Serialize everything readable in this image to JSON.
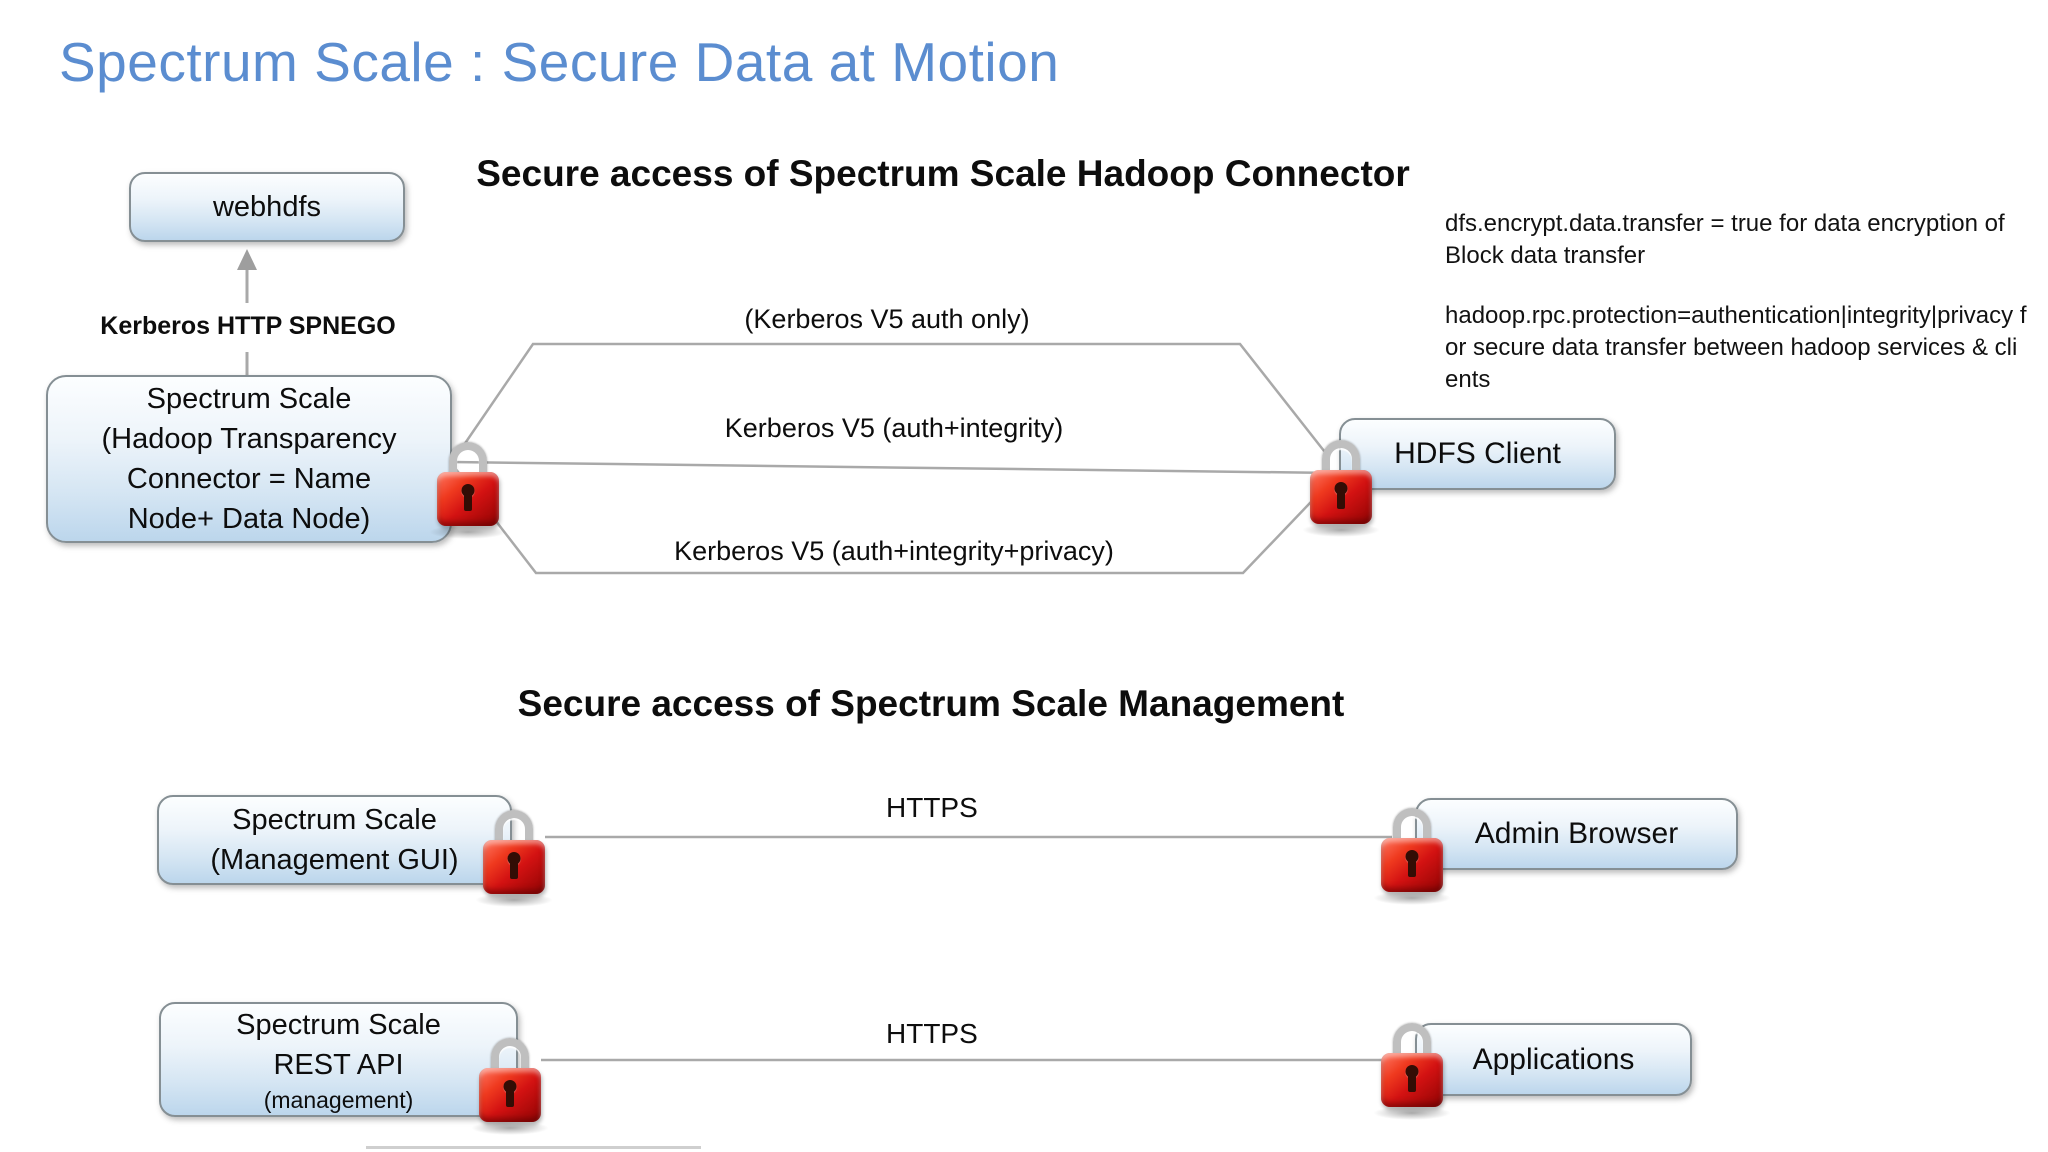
{
  "title": "Spectrum Scale : Secure Data at Motion",
  "colors": {
    "title_blue": "#5b8dd0",
    "connector_gray": "#a9a9a9",
    "lock_red": "#d31212",
    "node_fill": "#bcd6ec",
    "node_border": "#858f94"
  },
  "hadoop": {
    "heading": "Secure access of Spectrum Scale Hadoop Connector",
    "webhdfs": "webhdfs",
    "spnego": "Kerberos HTTP SPNEGO",
    "source_lines": [
      "Spectrum Scale",
      "(Hadoop Transparency",
      "Connector = Name",
      "Node+ Data Node)"
    ],
    "target": "HDFS Client",
    "path_top": "(Kerberos V5 auth only)",
    "path_mid": "Kerberos V5 (auth+integrity)",
    "path_bottom": "Kerberos V5 (auth+integrity+privacy)",
    "note1": "dfs.encrypt.data.transfer = true for data encryption of Block data transfer",
    "note2": "hadoop.rpc.protection=authentication|integrity|privacy for secure data transfer between hadoop services & clients"
  },
  "management": {
    "heading": "Secure access of Spectrum Scale Management",
    "gui_lines": [
      "Spectrum Scale",
      "(Management GUI)"
    ],
    "gui_protocol": "HTTPS",
    "gui_target": "Admin Browser",
    "rest_lines": [
      "Spectrum Scale",
      "REST API"
    ],
    "rest_sub": "(management)",
    "rest_protocol": "HTTPS",
    "rest_target": "Applications"
  }
}
